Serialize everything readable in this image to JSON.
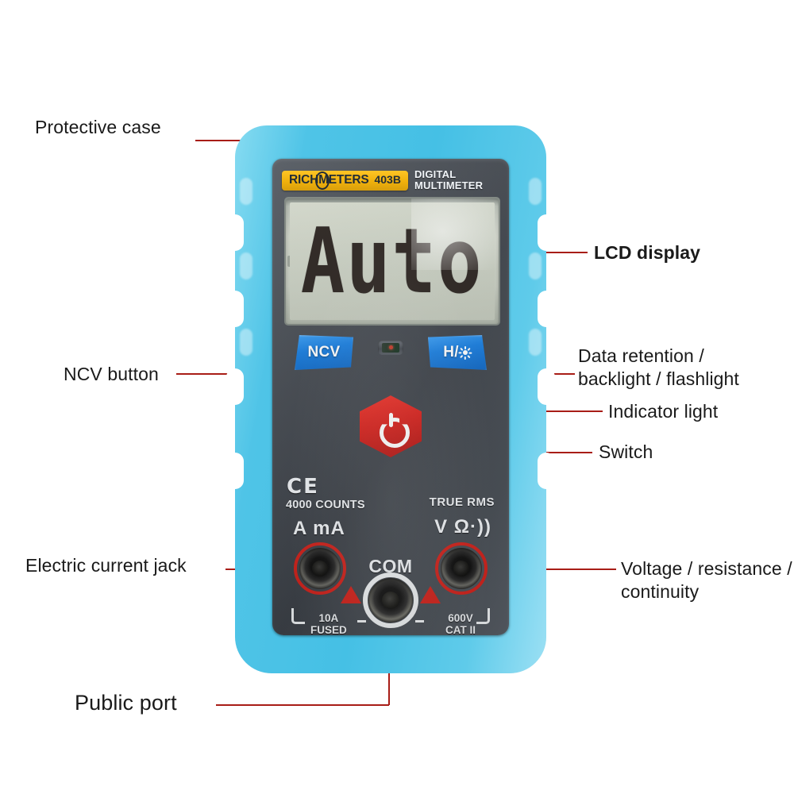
{
  "page": {
    "title": "RICHMETERS 403B Digital Multimeter — labelled diagram",
    "background": "#ffffff",
    "leader_color": "#a81d17"
  },
  "device": {
    "case_color": "#4fc4e7",
    "body_color": "#484d54",
    "badge_color": "#f0ae00",
    "accent_blue": "#1a7fe0",
    "accent_red": "#d8211c",
    "brand": "RICHMETERS",
    "model": "403B",
    "type_line1": "DIGITAL",
    "type_line2": "MULTIMETER",
    "lcd": {
      "value": "Auto"
    },
    "buttons": {
      "ncv": "NCV",
      "hold_backlight": "H/",
      "power_icon": "power-icon"
    },
    "markings": {
      "ce": "CE",
      "counts": "4000 COUNTS",
      "true_rms": "TRUE RMS",
      "current_jack": "A mA",
      "volt_jack": "V Ω·))",
      "com": "COM",
      "fuse_rating": "10A\nFUSED",
      "category": "600V\nCAT II"
    }
  },
  "annotations": [
    {
      "id": "protective-case",
      "text": "Protective case"
    },
    {
      "id": "lcd-display",
      "text": "LCD display"
    },
    {
      "id": "ncv-button",
      "text": "NCV button"
    },
    {
      "id": "data-retention",
      "text": "Data retention /\nbacklight / flashlight"
    },
    {
      "id": "indicator-light",
      "text": "Indicator light"
    },
    {
      "id": "switch",
      "text": "Switch"
    },
    {
      "id": "electric-current-jack",
      "text": "Electric current jack"
    },
    {
      "id": "voltage-resistance",
      "text": "Voltage / resistance /\ncontinuity"
    },
    {
      "id": "public-port",
      "text": "Public port"
    }
  ]
}
